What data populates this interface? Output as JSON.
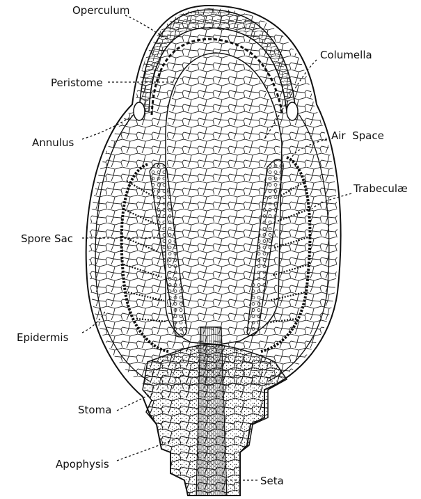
{
  "labels": {
    "operculum": "Operculum",
    "columella": "Columella",
    "peristome": "Peristome",
    "annulus": "Annulus",
    "air_space": "Air  Space",
    "trabeculae": "Trabeculæ",
    "spore_sac": "Spore Sac",
    "epidermis": "Epidermis",
    "stoma": "Stoma",
    "apophysis": "Apophysis",
    "seta": "Seta"
  },
  "colors": {
    "ink": "#111111",
    "background": "#ffffff"
  }
}
